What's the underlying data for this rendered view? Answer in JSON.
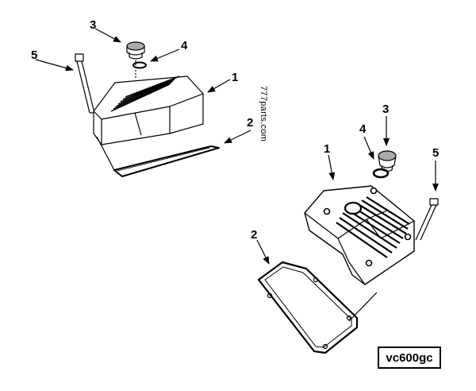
{
  "diagram": {
    "code": "vc600gc",
    "watermark": "777parts.com",
    "upper_group": {
      "callouts": [
        {
          "label": "1",
          "part": "cover"
        },
        {
          "label": "2",
          "part": "gasket"
        },
        {
          "label": "3",
          "part": "plug"
        },
        {
          "label": "4",
          "part": "o-ring"
        },
        {
          "label": "5",
          "part": "bolt"
        }
      ]
    },
    "lower_group": {
      "callouts": [
        {
          "label": "1",
          "part": "cover"
        },
        {
          "label": "2",
          "part": "gasket"
        },
        {
          "label": "3",
          "part": "plug"
        },
        {
          "label": "4",
          "part": "o-ring"
        },
        {
          "label": "5",
          "part": "bolt"
        }
      ]
    }
  }
}
